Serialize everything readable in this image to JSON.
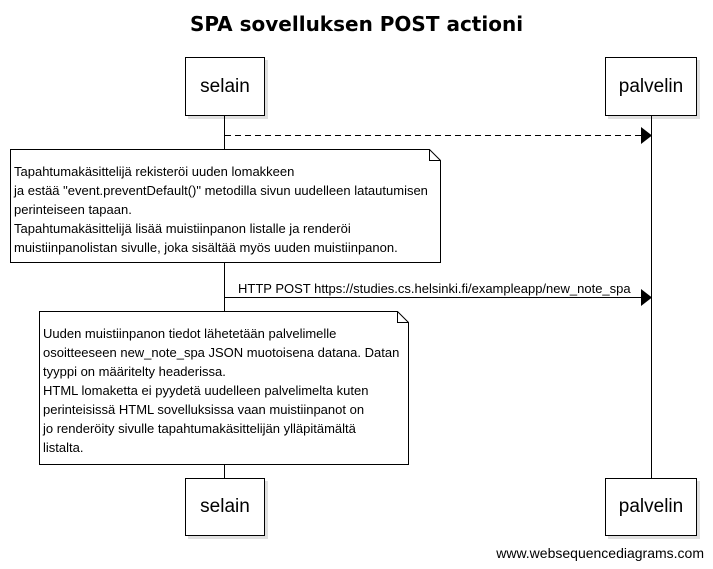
{
  "title": "SPA sovelluksen POST actioni",
  "participants": {
    "left": "selain",
    "right": "palvelin"
  },
  "messages": [
    {
      "from": "selain",
      "to": "palvelin",
      "style": "dashed",
      "label": ""
    },
    {
      "from": "selain",
      "to": "palvelin",
      "style": "solid",
      "label": "HTTP POST https://studies.cs.helsinki.fi/exampleapp/new_note_spa"
    }
  ],
  "notes": [
    {
      "lines": [
        "Tapahtumakäsittelijä rekisteröi uuden lomakkeen",
        "ja estää \"event.preventDefault()\" metodilla sivun uudelleen latautumisen",
        "perinteiseen tapaan.",
        "Tapahtumakäsittelijä lisää muistiinpanon listalle ja renderöi",
        "muistiinpanolistan sivulle, joka sisältää myös uuden muistiinpanon."
      ]
    },
    {
      "lines": [
        "Uuden muistiinpanon tiedot lähetetään palvelimelle",
        "osoitteeseen new_note_spa JSON muotoisena datana. Datan",
        "tyyppi on määritelty headerissa.",
        "HTML lomaketta ei pyydetä uudelleen palvelimelta kuten",
        "perinteisissä HTML sovelluksissa vaan muistiinpanot on",
        "jo renderöity sivulle tapahtumakäsittelijän ylläpitämältä",
        "listalta."
      ]
    }
  ],
  "footer": "www.websequencediagrams.com"
}
